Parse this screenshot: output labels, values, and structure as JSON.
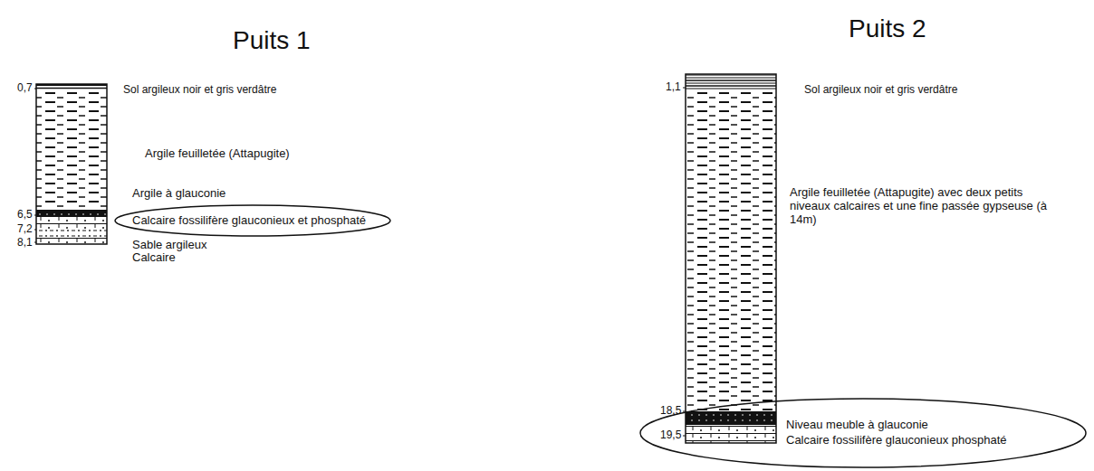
{
  "diagram": {
    "nodes": [
      {
        "text": [
          "Calcaire fossilifère glauconieux et phosphaté"
        ]
      },
      {
        "text": [
          "Niveau meuble à glauconie",
          "Calcaire fossilifère glauconieux phosphaté"
        ]
      }
    ],
    "labels": [
      "Puits 1",
      "0,7",
      "Sol argileux noir et gris verdâtre",
      "Argile feuilletée (Attapugite)",
      "6,5",
      "Argile à glauconie",
      "7,2",
      "Sable argileux",
      "8,1",
      "Calcaire",
      "Puits 2",
      "1,1",
      "Sol argileux noir et gris verdâtre",
      "Argile feuilletée (Attapugite) avec deux petits niveaux calcaires et une fine passée gypseuse (à 14m)",
      "18,5",
      "19,5"
    ]
  }
}
